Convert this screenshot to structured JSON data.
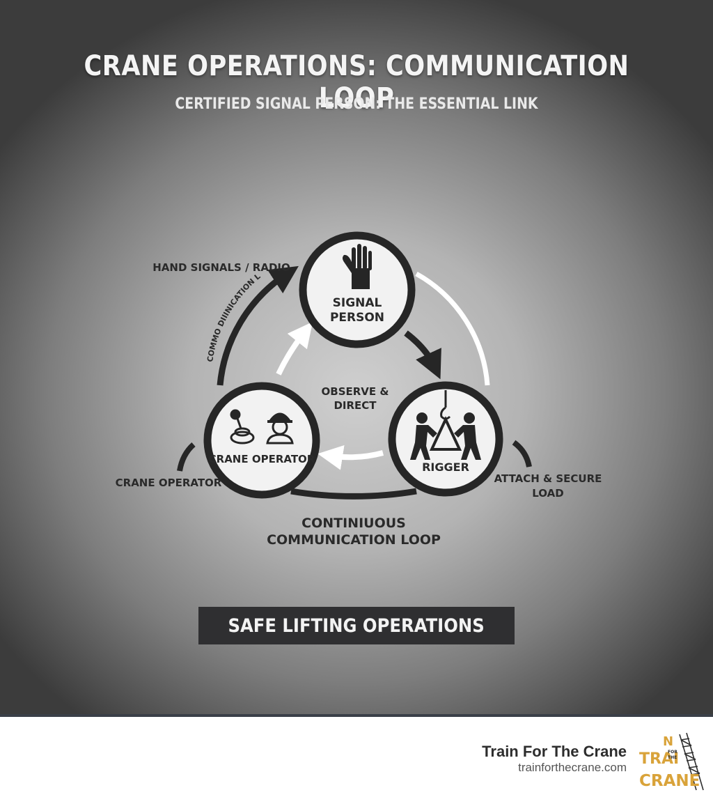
{
  "header": {
    "title": "CRANE OPERATIONS: COMMUNICATION LOOP",
    "subtitle": "CERTIFIED SIGNAL PERSON: THE ESSENTIAL LINK"
  },
  "diagram": {
    "nodes": {
      "signal_person": {
        "line1": "SIGNAL",
        "line2": "PERSON",
        "icon": "raised-hand-icon"
      },
      "rigger": {
        "label": "RIGGER",
        "icon": "riggers-with-hook-icon"
      },
      "crane_operator": {
        "label": "CRANE OPERATOR",
        "icons": [
          "joystick-icon",
          "hard-hat-worker-icon"
        ]
      }
    },
    "labels": {
      "hand_signals": "HAND SIGNALS / RADIO",
      "arc_text": "COMMO DIIINICATION LOOP",
      "observe_line1": "OBSERVE &",
      "observe_line2": "DIRECT",
      "crane_operator_outer": "CRANE OPERATOR",
      "attach_line1": "ATTACH & SECURE",
      "attach_line2": "LOAD",
      "loop_line1": "CONTINIUOUS",
      "loop_line2": "COMMUNICATION LOOP"
    }
  },
  "banner": {
    "label": "SAFE LIFTING OPERATIONS"
  },
  "footer": {
    "brand_name": "Train For The Crane",
    "brand_url": "trainforthecrane.com",
    "logo_text": {
      "top": "TRAI",
      "n": "N",
      "small": [
        "FOR",
        "THE"
      ],
      "bottom": "CRANE"
    }
  },
  "colors": {
    "logo_gold": "#d9a33a",
    "dark": "#262626",
    "banner": "#2f2f31"
  }
}
